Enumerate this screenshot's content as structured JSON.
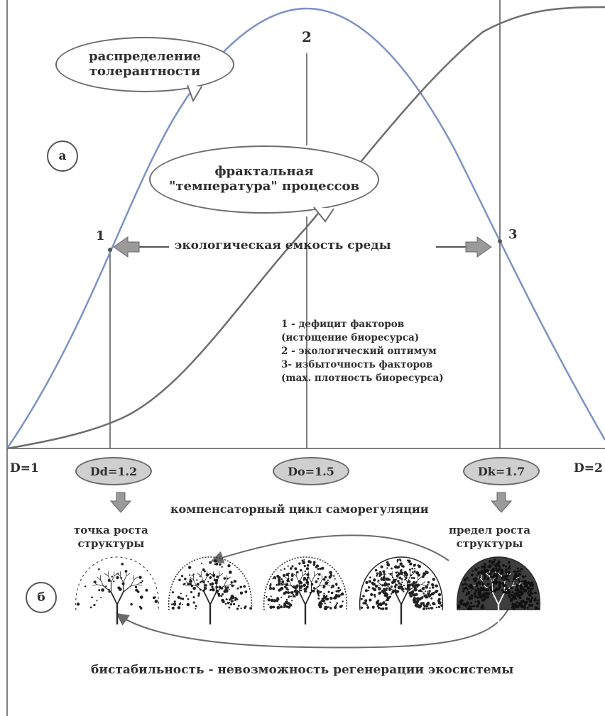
{
  "panel_a": {
    "marker": "а",
    "tolerance_bubble": [
      "распределение",
      "толерантности"
    ],
    "temperature_bubble": [
      "фрактальная",
      "\"температура\" процессов"
    ],
    "point_1": "1",
    "point_2": "2",
    "point_3": "3",
    "capacity_label": "экологическая емкость среды",
    "legend": [
      "1 - дефицит факторов",
      "(истощение биоресурса)",
      "2 - экологический оптимум",
      "3- избыточность факторов",
      "(max. плотность биоресурса)"
    ],
    "axis": {
      "left_label": "D=1",
      "right_label": "D=2",
      "d1": "Dd=1.2",
      "d2": "Do=1.5",
      "d3": "Dk=1.7"
    }
  },
  "panel_b": {
    "marker": "б",
    "cycle_label": "компенсаторный цикл саморегуляции",
    "growth_point": [
      "точка роста",
      "структуры"
    ],
    "growth_limit": [
      "предел роста",
      "структуры"
    ],
    "bistability": "бистабильность - невозможность регенерации экосистемы"
  },
  "colors": {
    "bell_curve": "#7b93c4",
    "sigmoid_curve": "#6e6e6e",
    "arrow_fill": "#9a9a9a",
    "pill_fill": "#cfcfcf"
  }
}
